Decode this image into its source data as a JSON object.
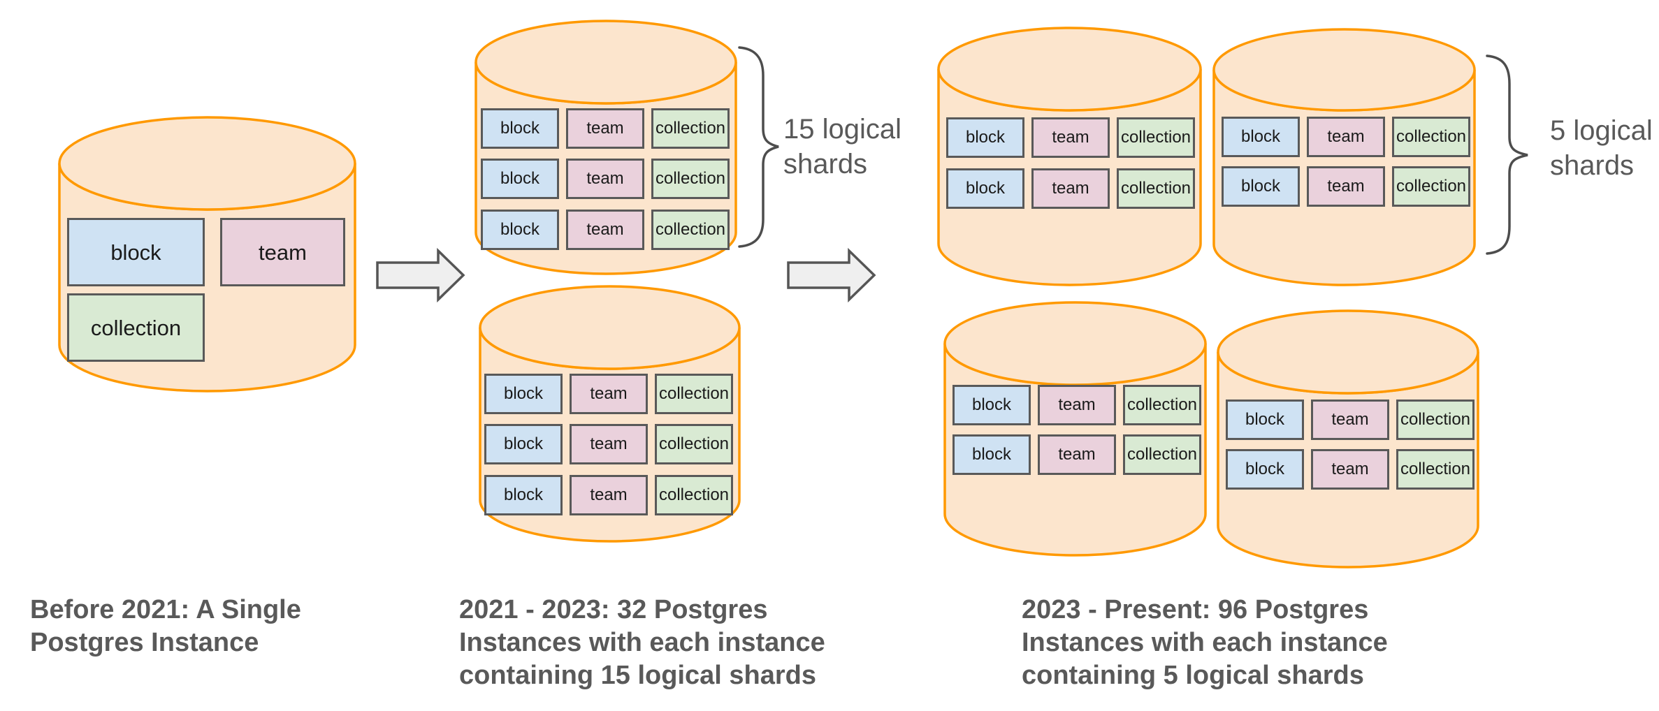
{
  "tables": [
    "block",
    "team",
    "collection"
  ],
  "colors": {
    "cylinder_fill": "#FCE5CD",
    "cylinder_stroke": "#FF9900",
    "block_fill": "#CFE2F3",
    "team_fill": "#EAD1DC",
    "collection_fill": "#D9EAD3",
    "box_border": "#595959",
    "box_text": "#1A1A1A",
    "caption_text": "#595959",
    "shard_label_text": "#595959",
    "arrow_fill": "#EFEFEF",
    "arrow_stroke": "#555555",
    "brace_stroke": "#4D4D4D",
    "background": "#FFFFFF"
  },
  "stages": [
    {
      "name": "before-2021",
      "caption_lines": [
        "Before 2021: A Single",
        "Postgres Instance"
      ],
      "instances_shown": 1,
      "tables_per_instance": [
        "block",
        "team",
        "collection"
      ]
    },
    {
      "name": "2021-2023",
      "caption_lines": [
        "2021 - 2023: 32 Postgres",
        "Instances with each instance",
        "containing 15 logical shards"
      ],
      "instances_shown": 2,
      "shard_rows_per_instance": 3,
      "brace_label_lines": [
        "15 logical",
        "shards"
      ]
    },
    {
      "name": "2023-present",
      "caption_lines": [
        "2023 - Present: 96 Postgres",
        "Instances with each instance",
        "containing 5 logical shards"
      ],
      "instances_shown": 4,
      "shard_rows_per_instance": 2,
      "brace_label_lines": [
        "5 logical",
        "shards"
      ]
    }
  ]
}
